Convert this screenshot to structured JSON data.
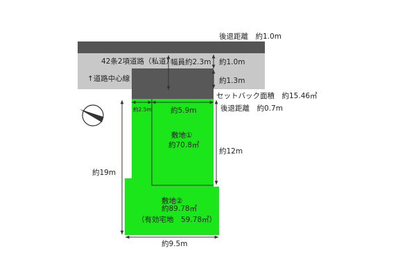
{
  "colors": {
    "road_dark": "#555555",
    "road_light": "#c8c8c8",
    "setback": "#585858",
    "land": "#1ae61a",
    "text": "#222222",
    "line": "#333333"
  },
  "labels": {
    "rear_distance_top": "後退距離　約1.0m",
    "road_name": "42条2項道路（私道）",
    "road_width": "幅員約2.3m",
    "dim_1_0": "約1.0m",
    "dim_1_3": "約1.3m",
    "road_centerline": "↑道路中心線",
    "setback_area": "セットバック面積　約15.46㎡",
    "rear_distance_bottom": "後退距離　約0.7m",
    "dim_2_5": "約2.5m",
    "dim_5_9": "約5.9m",
    "lot1_name": "敷地①",
    "lot1_area": "約70.8㎡",
    "dim_12": "約12m",
    "dim_19": "約19m",
    "lot2_name": "敷地②",
    "lot2_area": "約89.78㎡",
    "lot2_effective": "（有効宅地　59.78㎡）",
    "dim_9_5": "約9.5m"
  },
  "icons": {
    "north": "north-arrow-icon"
  }
}
